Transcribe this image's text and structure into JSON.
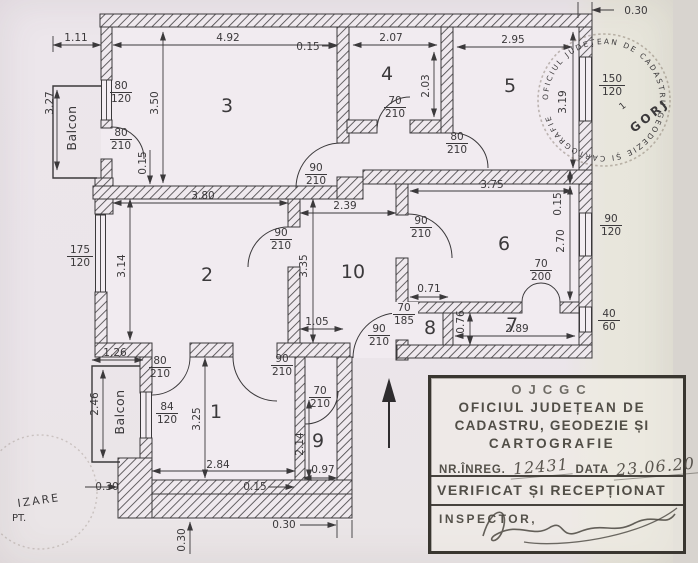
{
  "rooms": {
    "r1": "1",
    "r2": "2",
    "r3": "3",
    "r4": "4",
    "r5": "5",
    "r6": "6",
    "r7": "7",
    "r8": "8",
    "r9": "9",
    "r10": "10"
  },
  "balcony_top": "Balcon",
  "balcony_bottom": "Balcon",
  "dims": {
    "d111": "1.11",
    "d492": "4.92",
    "d015top": "0.15",
    "d207": "2.07",
    "d203": "2.03",
    "d030tr": "0.30",
    "d295": "2.95",
    "d319": "3.19",
    "d327": "3.27",
    "d350": "3.50",
    "d015left": "0.15",
    "d380": "3.80",
    "d239": "2.39",
    "d375": "3.75",
    "d015r6": "0.15",
    "d270": "2.70",
    "d314": "3.14",
    "d335": "3.35",
    "d105": "1.05",
    "d071": "0.71",
    "d076": "0.76",
    "d289": "2.89",
    "d126": "1.26",
    "d246": "2.46",
    "d325": "3.25",
    "d214": "2.14",
    "d097": "0.97",
    "d284": "2.84",
    "d015r1": "0.15",
    "d030left": "0.30",
    "d030r9": "0.30",
    "d030bottom": "0.30"
  },
  "openings": {
    "w80120": {
      "w": "80",
      "h": "120"
    },
    "d80210tl": {
      "w": "80",
      "h": "210"
    },
    "d90210r3": {
      "w": "90",
      "h": "210"
    },
    "d70210r4": {
      "w": "70",
      "h": "210"
    },
    "d80210r5": {
      "w": "80",
      "h": "210"
    },
    "w150120": {
      "w": "150",
      "h": "120"
    },
    "w175120": {
      "w": "175",
      "h": "120"
    },
    "d90210r2": {
      "w": "90",
      "h": "210"
    },
    "d90210h6": {
      "w": "90",
      "h": "210"
    },
    "w90120": {
      "w": "90",
      "h": "120"
    },
    "d70200": {
      "w": "70",
      "h": "200"
    },
    "d70185": {
      "w": "70",
      "h": "185"
    },
    "w4060": {
      "w": "40",
      "h": "60"
    },
    "d90210hs": {
      "w": "90",
      "h": "210"
    },
    "d80210r1": {
      "w": "80",
      "h": "210"
    },
    "d90210r1": {
      "w": "90",
      "h": "210"
    },
    "w84120": {
      "w": "84",
      "h": "120"
    },
    "d70210r9": {
      "w": "70",
      "h": "210"
    }
  },
  "stamp_box": {
    "code": "OJCGC",
    "line1": "OFICIUL JUDEȚEAN DE",
    "line2": "CADASTRU, GEODEZIE ȘI",
    "line3": "CARTOGRAFIE",
    "reg_label": "NR.ÎNREG.",
    "reg_value": "12431",
    "date_label": "DATA",
    "date_value": "23.06.20",
    "verified": "VERIFICAT ȘI RECEPȚIONAT",
    "inspector_label": "INSPECTOR,"
  },
  "round_stamp": {
    "ring_text": "OFICIUL JUDEȚEAN DE CADASTRU GEODEZIE ȘI CARTOGRAFIE",
    "county": "GORJ",
    "number": "1"
  },
  "faint_stamp": {
    "word1": "IZARE",
    "word2": "PT."
  }
}
